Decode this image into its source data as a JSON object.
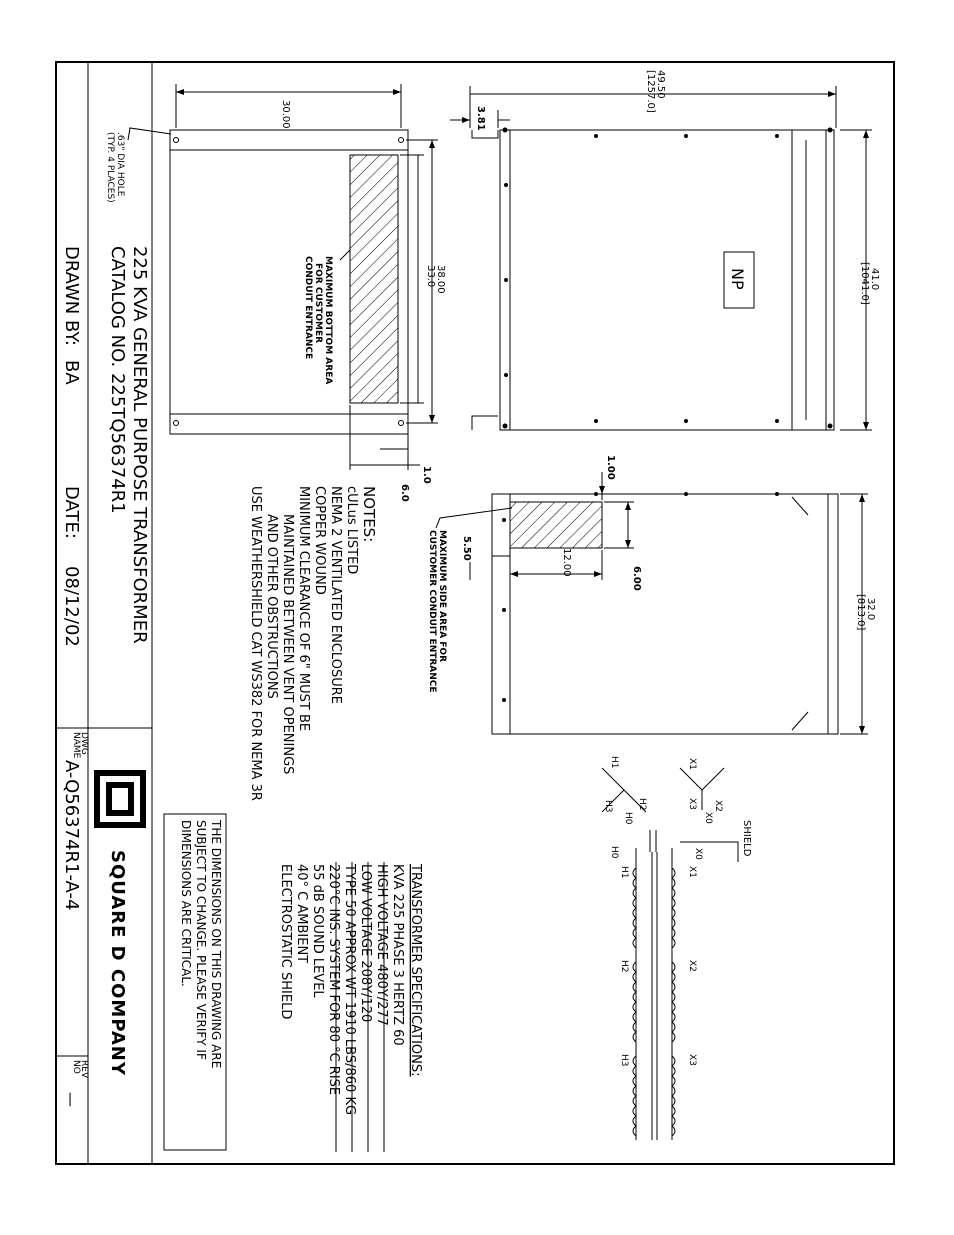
{
  "dims": {
    "width_top": "30.00",
    "hole_note": ".63\" DIA HOLE",
    "hole_note2": "(TYP. 4 PLACES)",
    "length_38": "38.00",
    "length_33": "33.0",
    "bottom_area_1": "MAXIMUM BOTTOM AREA",
    "bottom_area_2": "FOR CUSTOMER",
    "bottom_area_3": "CONDUIT ENTRANCE",
    "d_1_0": "1.0",
    "d_6_0": "6.0",
    "d_49_50": "49.50",
    "d_1257": "[1257.0]",
    "d_3_81": "3.81",
    "np": "NP",
    "d_41_0": "41.0",
    "d_1041": "[1041.0]",
    "d_1_00": "1.00",
    "d_5_50": "5.50",
    "side_area_1": "MAXIMUM SIDE AREA FOR",
    "side_area_2": "CUSTOMER CONDUIT ENTRANCE",
    "d_12_00": "12.00",
    "d_6_00": "6.00",
    "d_32_0": "32.0",
    "d_813": "[813.0]"
  },
  "notes": {
    "heading": "NOTES:",
    "items": [
      "cULus LISTED",
      "NEMA 2 VENTILATED ENCLOSURE",
      "COPPER WOUND",
      "MINIMUM CLEARANCE OF 6\" MUST BE",
      "MAINTAINED BETWEEN VENT OPENINGS",
      "AND OTHER OBSTRUCTIONS",
      "USE WEATHERSHIELD CAT WS382 FOR NEMA 3R"
    ]
  },
  "specs": {
    "heading": "TRANSFORMER SPECIFICATIONS:",
    "lines": [
      "KVA 225   PHASE 3   HERTZ 60",
      "HIGH VOLTAGE 480Y/277",
      "LOW VOLTAGE 208Y/120",
      "TYPE 50   APPROX WT 1910 LBS/860 KG",
      "220°C INS. SYSTEM FOR 80  °C RISE",
      "55 dB SOUND LEVEL",
      "40° C AMBIENT",
      "ELECTROSTATIC SHIELD"
    ]
  },
  "disclaimer": [
    "THE DIMENSIONS ON THIS DRAWING ARE",
    "SUBJECT TO CHANGE. PLEASE VERIFY IF",
    "DIMENSIONS ARE CRITICAL."
  ],
  "wiring": {
    "shield": "SHIELD",
    "x1": "X1",
    "x2": "X2",
    "x3": "X3",
    "x0": "X0",
    "h1": "H1",
    "h2": "H2",
    "h3": "H3",
    "h0": "H0"
  },
  "title_block": {
    "title": "225  KVA  GENERAL  PURPOSE  TRANSFORMER",
    "catalog": "CATALOG  NO.  225TQ56374R1",
    "drawn_by_label": "DRAWN  BY:",
    "drawn_by": "BA",
    "date_label": "DATE:",
    "date": "08/12/02",
    "dwg_label_1": "DWG",
    "dwg_label_2": "NAME",
    "dwg_name": "A-Q56374R1-A-4",
    "rev_label_1": "REV",
    "rev_label_2": "NO",
    "rev": "—",
    "company": "SQUARE D COMPANY"
  }
}
